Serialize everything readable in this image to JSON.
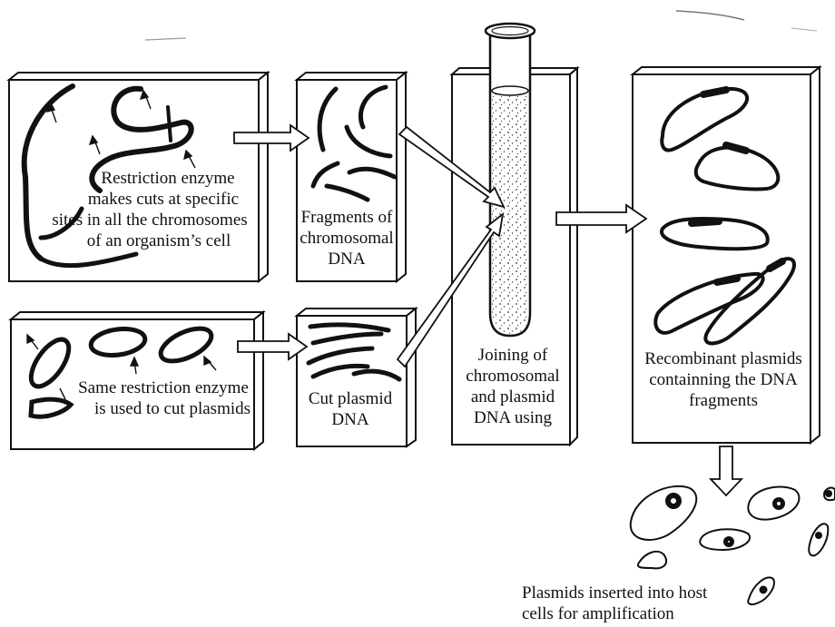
{
  "labels": {
    "chromosome_box": [
      "Restriction enzyme",
      "makes cuts at specific",
      "sites in all the chromosomes",
      "of an organism’s cell"
    ],
    "fragments_box": [
      "Fragments of",
      "chromosomal",
      "DNA"
    ],
    "plasmid_box": [
      "Same restriction enzyme",
      "is used to cut plasmids"
    ],
    "cut_plasmid_box": [
      "Cut plasmid",
      "DNA"
    ],
    "joining_box": [
      "Joining of",
      "chromosomal",
      "and plasmid",
      "DNA using"
    ],
    "recombinant_box": [
      "Recombinant plasmids",
      "containning the DNA",
      "fragments"
    ],
    "host_cells": [
      "Plasmids inserted into host",
      "cells for amplification"
    ]
  },
  "colors": {
    "ink": "#111111",
    "panel_face": "#ffffff",
    "panel_side": "#ffffff"
  }
}
